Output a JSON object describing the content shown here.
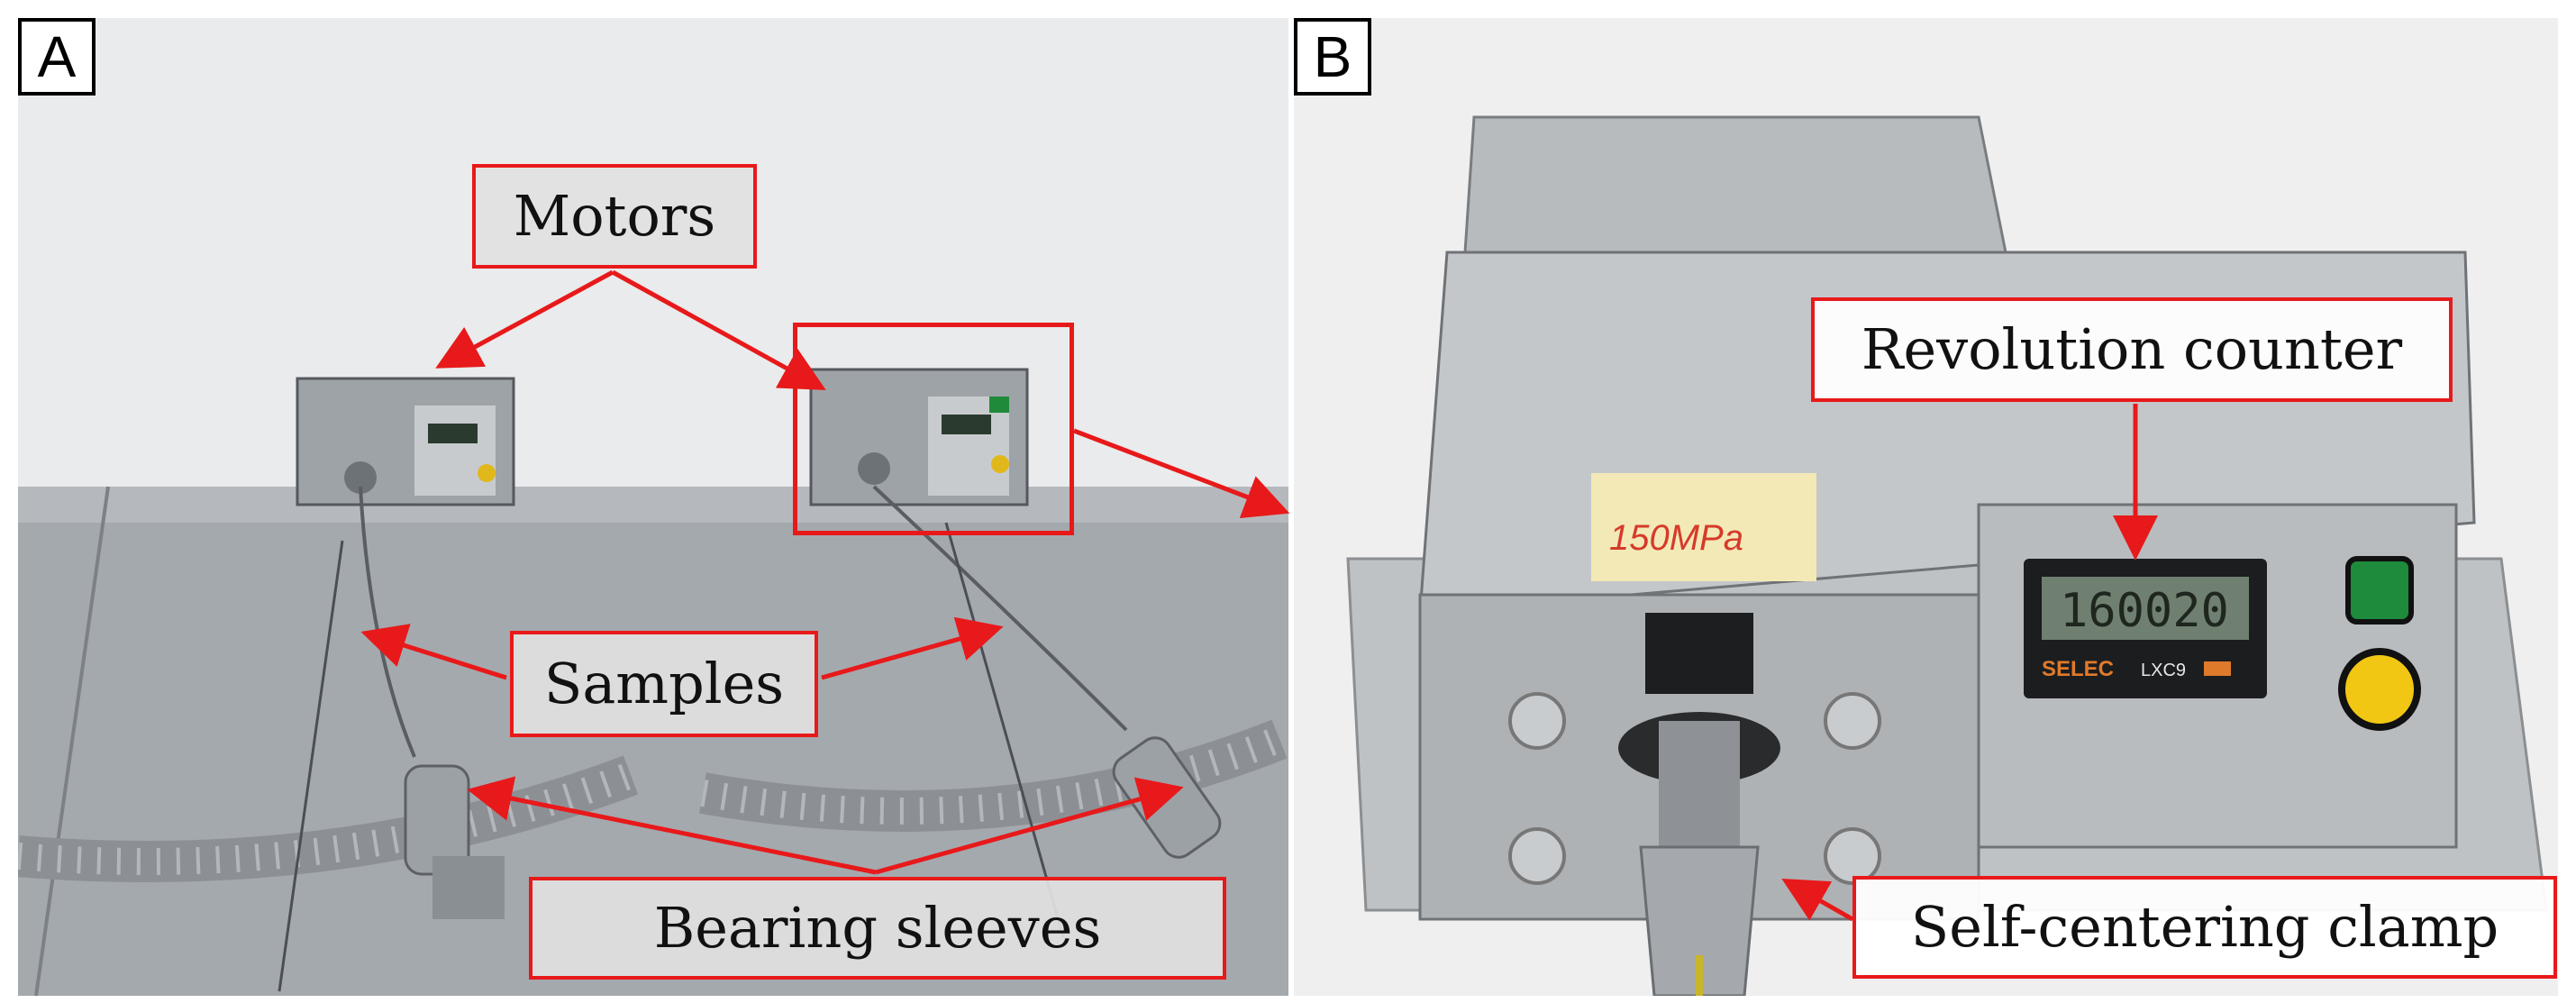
{
  "panels": [
    {
      "letter": "A",
      "labels": {
        "motors": "Motors",
        "samples": "Samples",
        "bearing_sleeves": "Bearing sleeves"
      }
    },
    {
      "letter": "B",
      "labels": {
        "revolution_counter": "Revolution counter",
        "self_centering_clamp": "Self-centering clamp"
      },
      "tape_note": "150MPa",
      "counter_display": "160020",
      "counter_brand": "SELEC",
      "counter_model": "LXC9"
    }
  ],
  "colors": {
    "annotation_red": "#e8191a",
    "steel": "#a7abaf"
  }
}
